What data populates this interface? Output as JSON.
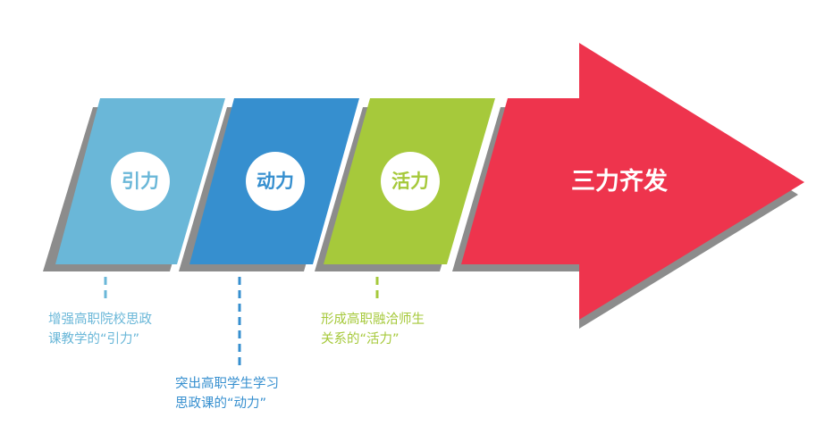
{
  "diagram": {
    "blocks": [
      {
        "label": "引力",
        "color": "#6ab7d8",
        "caption": [
          "增强高职院校思政",
          "课教学的“引力”"
        ]
      },
      {
        "label": "动力",
        "color": "#368fcf",
        "caption": [
          "突出高职学生学习",
          "思政课的“动力”"
        ]
      },
      {
        "label": "活力",
        "color": "#a6c93b",
        "caption": [
          "形成高职融洽师生",
          "关系的“活力”"
        ]
      }
    ],
    "arrow": {
      "label": "三力齐发",
      "color": "#ee344d"
    },
    "shadow_color": "#8c8c8c"
  }
}
